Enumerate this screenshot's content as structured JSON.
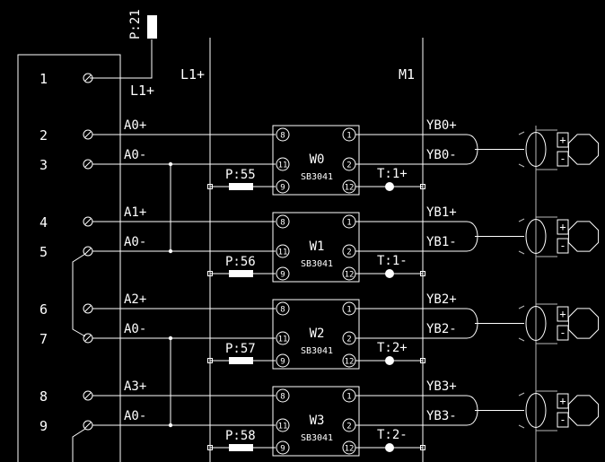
{
  "top_ref": "P:21",
  "rails": {
    "l1_left": "L1+",
    "l1": "L1+",
    "m1": "M1"
  },
  "terminal_numbers": [
    "1",
    "2",
    "3",
    "4",
    "5",
    "6",
    "7",
    "8",
    "9"
  ],
  "channels": [
    {
      "plus_label": "A0+",
      "minus_label": "A0-",
      "module_name": "W0",
      "module_part": "SB3041",
      "pin_in_plus": "8",
      "pin_in_minus": "11",
      "pin_in_bottom": "9",
      "pin_out_plus": "1",
      "pin_out_minus": "2",
      "pin_out_bottom": "12",
      "resistor_label": "P:55",
      "ref_label": "T:1+",
      "out_plus": "YB0+",
      "out_minus": "YB0-"
    },
    {
      "plus_label": "A1+",
      "minus_label": "A0-",
      "module_name": "W1",
      "module_part": "SB3041",
      "pin_in_plus": "8",
      "pin_in_minus": "11",
      "pin_in_bottom": "9",
      "pin_out_plus": "1",
      "pin_out_minus": "2",
      "pin_out_bottom": "12",
      "resistor_label": "P:56",
      "ref_label": "T:1-",
      "out_plus": "YB1+",
      "out_minus": "YB1-"
    },
    {
      "plus_label": "A2+",
      "minus_label": "A0-",
      "module_name": "W2",
      "module_part": "SB3041",
      "pin_in_plus": "8",
      "pin_in_minus": "11",
      "pin_in_bottom": "9",
      "pin_out_plus": "1",
      "pin_out_minus": "2",
      "pin_out_bottom": "12",
      "resistor_label": "P:57",
      "ref_label": "T:2+",
      "out_plus": "YB2+",
      "out_minus": "YB2-"
    },
    {
      "plus_label": "A3+",
      "minus_label": "A0-",
      "module_name": "W3",
      "module_part": "SB3041",
      "pin_in_plus": "8",
      "pin_in_minus": "11",
      "pin_in_bottom": "9",
      "pin_out_plus": "1",
      "pin_out_minus": "2",
      "pin_out_bottom": "12",
      "resistor_label": "P:58",
      "ref_label": "T:2-",
      "out_plus": "YB3+",
      "out_minus": "YB3-"
    }
  ],
  "connector_symbols": {
    "plus": "+",
    "minus": "-"
  },
  "colors": {
    "background": "#000000",
    "line": "#ffffff",
    "dim_line": "#b8b8b8"
  }
}
